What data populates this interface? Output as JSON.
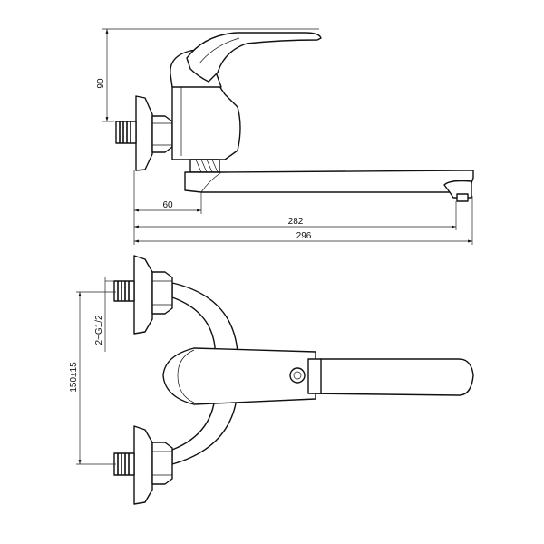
{
  "dimensions": {
    "height_spout": "90",
    "inlet_offset": "60",
    "spout_reach": "282",
    "overall_length": "296",
    "thread_size": "2~G1/2",
    "centre_distance": "150±15"
  }
}
